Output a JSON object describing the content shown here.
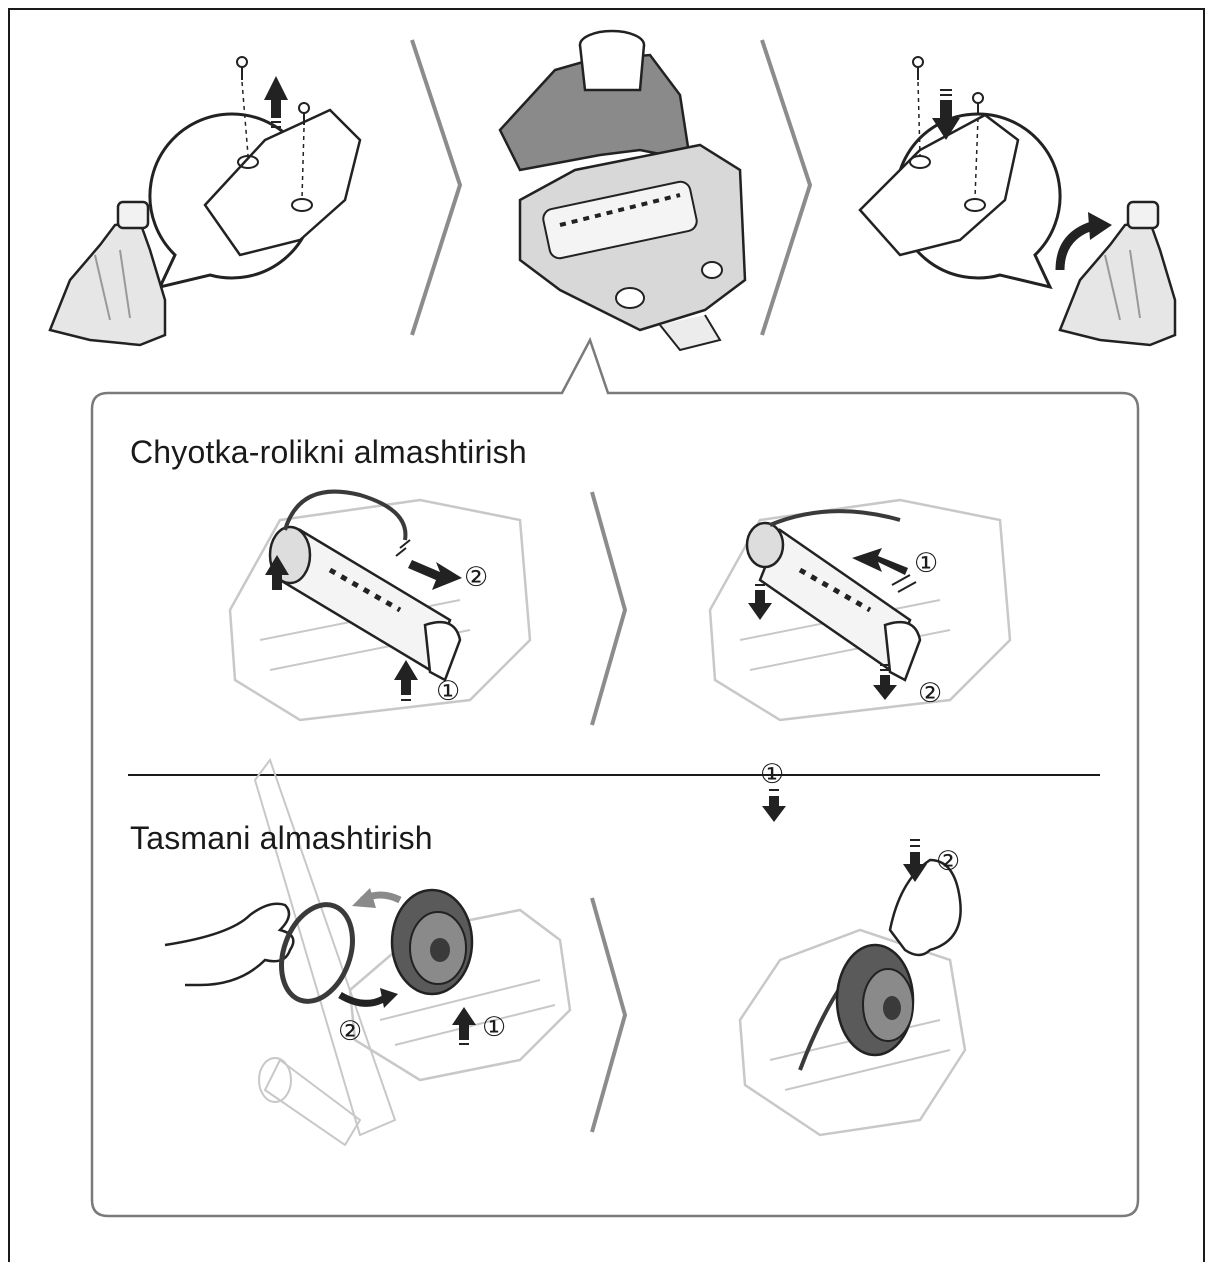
{
  "sections": [
    {
      "title": "Chyotka-rolikni almashtirish"
    },
    {
      "title": "Tasmani almashtirish"
    }
  ],
  "step_markers": {
    "one": "①",
    "two": "②"
  },
  "colors": {
    "frame": "#1a1a1a",
    "panel_border": "#7a7a7a",
    "chevron": "#8c8c8c",
    "arrow": "#222222",
    "faded_part": "#c8c8c8",
    "part_fill": "#e6e6e6",
    "part_dark": "#3a3a3a"
  },
  "icons": [
    "turbo-brush-icon",
    "screw-icon",
    "up-arrow-icon",
    "down-arrow-icon",
    "curved-arrow-icon",
    "brush-roller-icon",
    "belt-icon",
    "pulley-icon",
    "hand-icon"
  ]
}
